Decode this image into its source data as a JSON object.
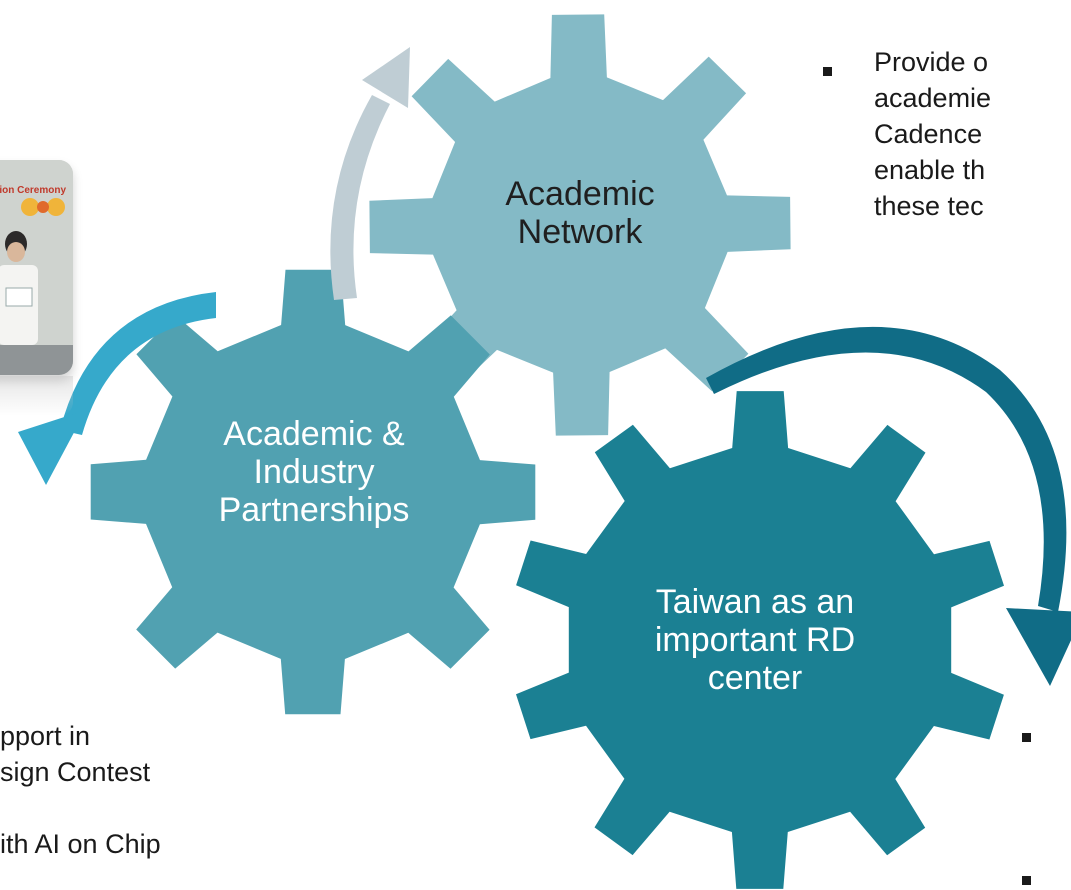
{
  "colors": {
    "gear_light": "#84bac6",
    "gear_mid": "#51a1b1",
    "gear_dark": "#1b8093",
    "arrow_grey": "#bfcdd4",
    "arrow_blue": "#36a9cb",
    "arrow_teal": "#106c86",
    "bullet": "#1a1a1a"
  },
  "gears": {
    "academic_network": {
      "lines": [
        "Academic",
        "Network"
      ]
    },
    "partnerships": {
      "lines": [
        "Academic &",
        "Industry",
        "Partnerships"
      ]
    },
    "taiwan": {
      "lines": [
        "Taiwan as an",
        "important RD",
        "center"
      ]
    }
  },
  "right_text": {
    "lines": [
      "Provide o",
      "academie",
      "Cadence",
      "enable th",
      "these tec"
    ]
  },
  "left_text": {
    "lines": [
      "pport in",
      "sign Contest",
      "ith AI on Chip"
    ]
  },
  "photo": {
    "caption": "tion Ceremony"
  }
}
